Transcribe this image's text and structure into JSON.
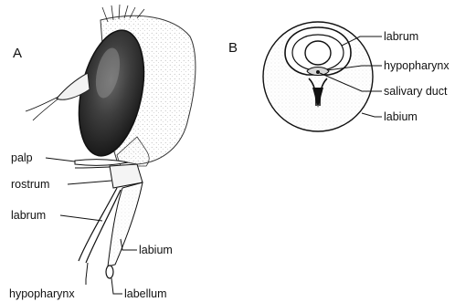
{
  "figure_a": {
    "panel_label": "A",
    "labels": {
      "palp": "palp",
      "rostrum": "rostrum",
      "labrum": "labrum",
      "labium": "labium",
      "hypopharynx": "hypopharynx",
      "labellum": "labellum"
    }
  },
  "figure_b": {
    "panel_label": "B",
    "labels": {
      "labrum": "labrum",
      "hypopharynx": "hypopharynx",
      "salivary_duct": "salivary duct",
      "labium": "labium"
    }
  }
}
